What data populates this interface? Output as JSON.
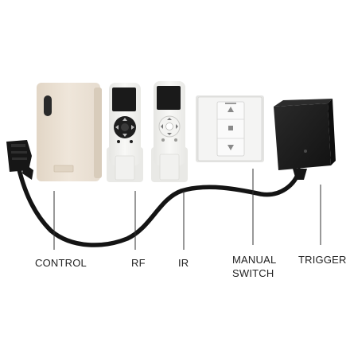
{
  "labels": {
    "control": "CONTROL",
    "rf": "RF",
    "ir": "IR",
    "manual_switch_line1": "MANUAL",
    "manual_switch_line2": "SWITCH",
    "trigger": "TRIGGER"
  },
  "colors": {
    "background": "#ffffff",
    "control_body": "#ece2d6",
    "remote_body": "#f4f4f2",
    "remote_screen": "#1a1a1a",
    "switch_plate": "#f2f2f2",
    "trigger_box": "#1c1c1c",
    "cable": "#141414",
    "leader_line": "#333333",
    "text": "#222222"
  },
  "icons": {
    "rf_keypad": "circular-dpad-icon",
    "ir_keypad": "circular-dpad-icon",
    "switch_up": "triangle-up-icon",
    "switch_stop": "square-stop-icon",
    "switch_down": "triangle-down-icon",
    "power_plug": "iec-plug-icon"
  }
}
